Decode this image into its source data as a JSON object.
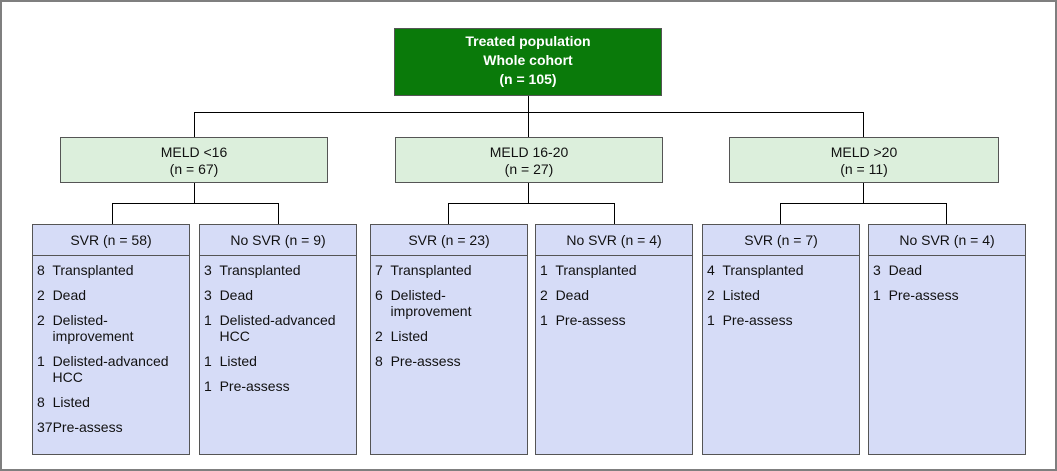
{
  "root": {
    "line1": "Treated population",
    "line2": "Whole cohort",
    "line3": "(n = 105)"
  },
  "groups": [
    {
      "label": "MELD <16",
      "n": "(n = 67)",
      "svr": {
        "title": "SVR (n = 58)",
        "items": [
          "8  Transplanted",
          "2  Dead",
          "2  Delisted-\n    improvement",
          "1  Delisted-advanced\n    HCC",
          "8  Listed",
          "37Pre-assess"
        ]
      },
      "nosvr": {
        "title": "No SVR (n = 9)",
        "items": [
          "3  Transplanted",
          "3  Dead",
          "1  Delisted-advanced\n    HCC",
          "1  Listed",
          "1  Pre-assess"
        ]
      }
    },
    {
      "label": "MELD 16-20",
      "n": "(n = 27)",
      "svr": {
        "title": "SVR (n = 23)",
        "items": [
          "7  Transplanted",
          "6  Delisted-\n    improvement",
          "2  Listed",
          "8  Pre-assess"
        ]
      },
      "nosvr": {
        "title": "No SVR (n = 4)",
        "items": [
          "1  Transplanted",
          "2  Dead",
          "1  Pre-assess"
        ]
      }
    },
    {
      "label": "MELD >20",
      "n": "(n = 11)",
      "svr": {
        "title": "SVR (n = 7)",
        "items": [
          "4  Transplanted",
          "2  Listed",
          "1  Pre-assess"
        ]
      },
      "nosvr": {
        "title": "No SVR (n = 4)",
        "items": [
          "3  Dead",
          "1  Pre-assess"
        ]
      }
    }
  ],
  "colors": {
    "root": "#0a7a0a",
    "meld": "#dcefdc",
    "branch": "#d6dcf7"
  }
}
